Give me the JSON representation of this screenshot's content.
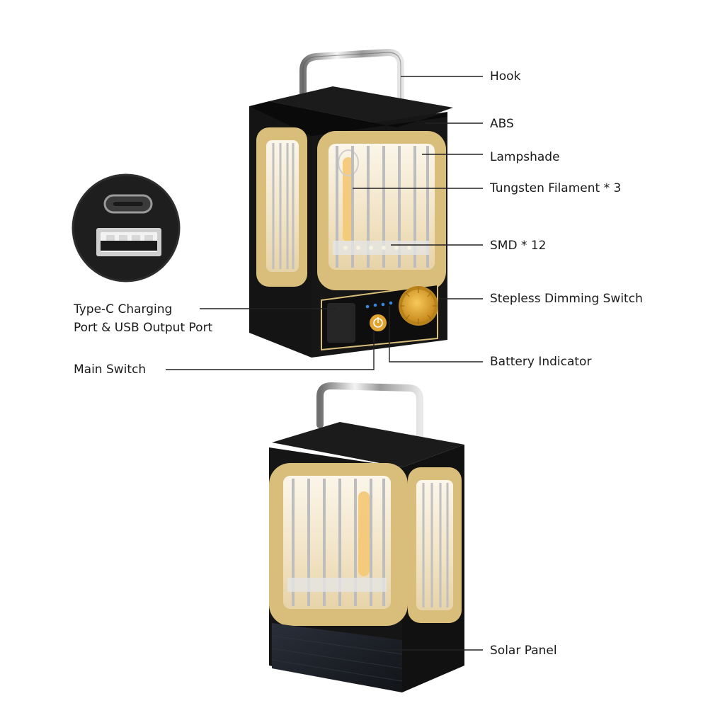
{
  "labels": {
    "hook": "Hook",
    "abs": "ABS",
    "lampshade": "Lampshade",
    "tungsten": "Tungsten Filament * 3",
    "smd": "SMD * 12",
    "dimming": "Stepless Dimming Switch",
    "battery": "Battery Indicator",
    "typec_line1": "Type-C Charging",
    "typec_line2": "Port & USB Output Port",
    "main_switch": "Main Switch",
    "solar": "Solar Panel"
  },
  "colors": {
    "body": "#111111",
    "frame": "#d9bd7a",
    "frame_dark": "#b89a55",
    "glow": "#f3ead4",
    "knob": "#e1a430",
    "leader": "#222222"
  },
  "icons": {
    "port_inset": "usb-port-closeup-icon",
    "power_button": "power-icon"
  }
}
